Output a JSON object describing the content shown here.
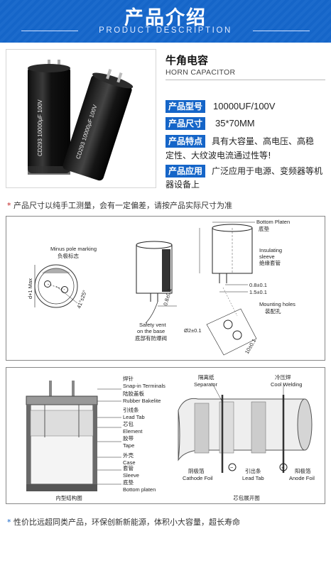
{
  "header": {
    "title": "产品介绍",
    "subtitle": "PRODUCT DESCRIPTION"
  },
  "product": {
    "name": "牛角电容",
    "name_en": "HORN CAPACITOR",
    "photo_print": "CD293 10000μF 100V",
    "rows": [
      {
        "tag": "产品型号",
        "value": "10000UF/100V"
      },
      {
        "tag": "产品尺寸",
        "value": "35*70MM"
      },
      {
        "tag": "产品特点",
        "value_lines": [
          "具有大容量、高电压、高稳",
          "定性、大纹波电流通过性等!"
        ]
      },
      {
        "tag": "产品应用",
        "value_lines": [
          "广泛应用于电源、变频器等机",
          "器设备上"
        ]
      }
    ]
  },
  "note": {
    "star": "*",
    "text": "产品尺寸以纯手工测量，会有一定偏差，请按产品实际尺寸为准"
  },
  "diagram1": {
    "minus_marking_en": "Minus pole marking",
    "minus_marking_cn": "负极标志",
    "d_max": "d+1 Max",
    "angle": "41°±25°",
    "dim_08a": "0.8±0.1",
    "safety_vent_en1": "Safety vent",
    "safety_vent_en2": "on the base",
    "safety_vent_cn": "底部有防爆阀",
    "bottom_platen_en": "Bottom Platen",
    "bottom_platen_cn": "底垫",
    "insulating_en1": "Insulating",
    "insulating_en2": "sleeve",
    "insulating_cn": "绝缘套管",
    "dim_08b": "0.8±0.1",
    "dim_15": "1.5±0.1",
    "mounting_en": "Mounting holes",
    "mounting_cn": "装配孔",
    "dim_phi2": "Ø2±0.1",
    "dim_10": "10±0.1"
  },
  "diagram2": {
    "snap_cn": "焊针",
    "snap_en": "Snap-in Terminals",
    "rubber_cn": "陆胶盖板",
    "rubber_en": "Rubber Bakelite",
    "lead_cn": "引线条",
    "lead_en": "Lead Tab",
    "element_cn": "芯包",
    "element_en": "Element",
    "tape_cn": "胶带",
    "tape_en": "Tape",
    "case_cn": "外壳",
    "case_en": "Case",
    "sleeve_cn": "套管",
    "sleeve_en": "Sleeve",
    "platen_cn": "底垫",
    "platen_en": "Bottom platen",
    "left_caption": "内型结构图",
    "separator_cn": "隔离纸",
    "separator_en": "Separator",
    "cool_cn": "冷压焊",
    "cool_en": "Cool Welding",
    "cathode_cn": "阴极箔",
    "cathode_en": "Cathode Foil",
    "leadtab_cn": "引出条",
    "leadtab_en": "Lead Tab",
    "anode_cn": "阳极箔",
    "anode_en": "Anode Foil",
    "right_caption": "芯包展开图"
  },
  "footer": {
    "star": "*",
    "text": "性价比远超同类产品，环保创新新能源，体积小大容量，超长寿命"
  }
}
